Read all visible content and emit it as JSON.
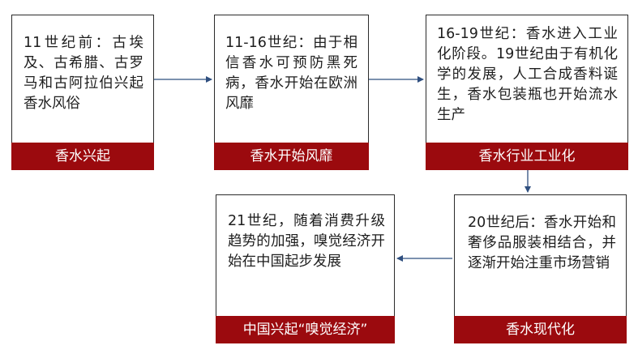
{
  "colors": {
    "label_bg": "#9b0a0e",
    "arrow": "#2f4f7f",
    "border": "#2b2b2b"
  },
  "stages": [
    {
      "text": "11世纪前：古埃及、古希腊、古罗马和古阿拉伯兴起香水风俗",
      "label": "香水兴起"
    },
    {
      "text": "11-16世纪：由于相信香水可预防黑死病，香水开始在欧洲风靡",
      "label": "香水开始风靡"
    },
    {
      "text": "16-19世纪：香水进入工业化阶段。19世纪由于有机化学的发展，人工合成香料诞生，香水包装瓶也开始流水生产",
      "label": "香水行业工业化"
    },
    {
      "text": "20世纪后：香水开始和奢侈品服装相结合，并逐渐开始注重市场营销",
      "label": "香水现代化"
    },
    {
      "text": "21世纪，随着消费升级趋势的加强，嗅觉经济开始在中国起步发展",
      "label": "中国兴起“嗅觉经济”"
    }
  ]
}
